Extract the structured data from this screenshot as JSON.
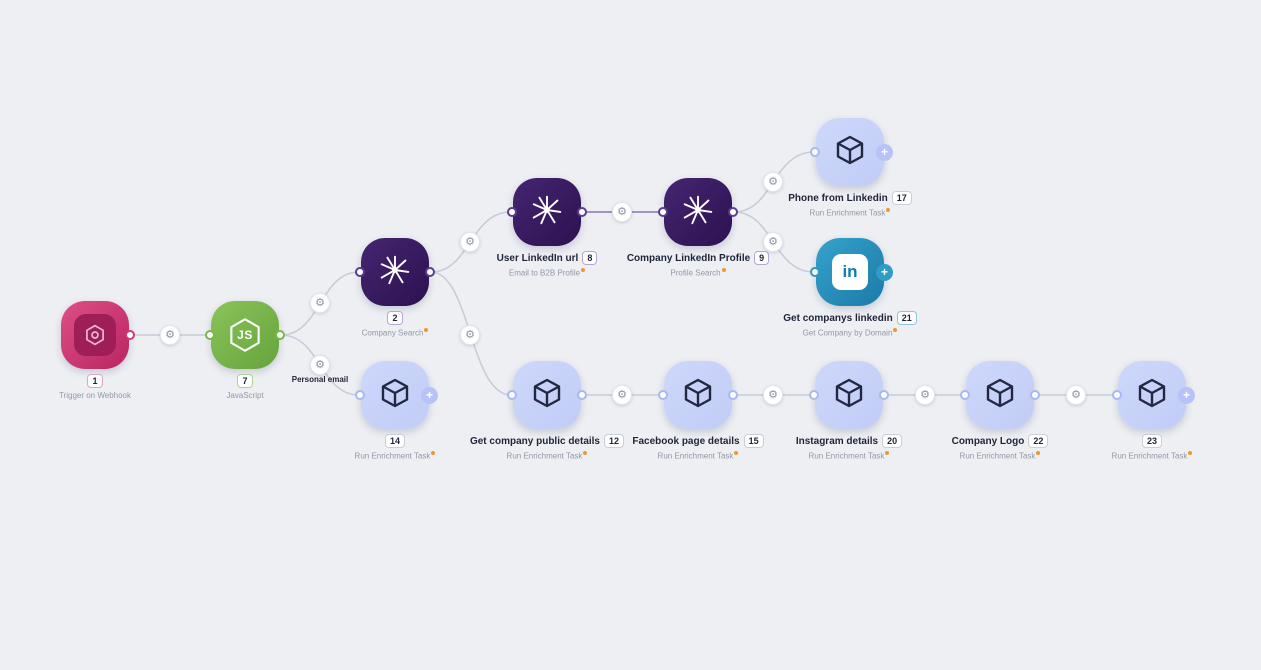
{
  "nodes": [
    {
      "badge": "1",
      "title": "",
      "subtitle": "Trigger on Webhook",
      "warning": false
    },
    {
      "badge": "7",
      "title": "",
      "subtitle": "JavaScript",
      "warning": false
    },
    {
      "badge": "2",
      "title": "",
      "subtitle": "Company Search",
      "warning": true
    },
    {
      "badge": "8",
      "title": "User LinkedIn url",
      "subtitle": "Email to B2B Profile",
      "warning": true
    },
    {
      "badge": "9",
      "title": "Company LinkedIn Profile",
      "subtitle": "Profile Search",
      "warning": true
    },
    {
      "badge": "17",
      "title": "Phone from Linkedin",
      "subtitle": "Run Enrichment Task",
      "warning": true
    },
    {
      "badge": "21",
      "title": "Get companys linkedin",
      "subtitle": "Get Company by Domain",
      "warning": true
    },
    {
      "badge": "14",
      "title": "",
      "subtitle": "Run Enrichment Task",
      "warning": true
    },
    {
      "badge": "12",
      "title": "Get company public details",
      "subtitle": "Run Enrichment Task",
      "warning": true
    },
    {
      "badge": "15",
      "title": "Facebook page details",
      "subtitle": "Run Enrichment Task",
      "warning": true
    },
    {
      "badge": "20",
      "title": "Instagram details",
      "subtitle": "Run Enrichment Task",
      "warning": true
    },
    {
      "badge": "22",
      "title": "Company Logo",
      "subtitle": "Run Enrichment Task",
      "warning": true
    },
    {
      "badge": "23",
      "title": "",
      "subtitle": "Run Enrichment Task",
      "warning": true
    }
  ],
  "edge_label": {
    "personal_email": "Personal email"
  },
  "icons": {
    "gear": "⚙",
    "plus": "+",
    "js_label": "JS",
    "linkedin_label": "in"
  },
  "colors": {
    "background": "#edeff3",
    "webhook_pink": "#c42a6c",
    "javascript_green": "#76b947",
    "ai_purple": "#371a5e",
    "enrichment_lavender": "#c7d2f8",
    "linkedin_teal": "#2187b4",
    "warning_orange": "#f0982f",
    "edge_gray": "#c7cbd8",
    "edge_purple": "#8a76b0"
  }
}
